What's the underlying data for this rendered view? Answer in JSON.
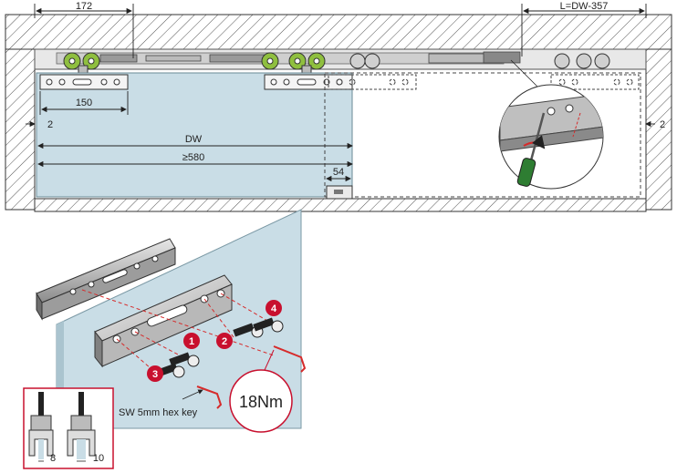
{
  "dimensions": {
    "top_left": "172",
    "top_right": "L=DW-357",
    "bracket_width": "150",
    "gap_left": "2",
    "gap_right": "2",
    "door_width": "DW",
    "min_width": "≥580",
    "stopper_offset": "54"
  },
  "steps": [
    "1",
    "2",
    "3",
    "4"
  ],
  "annotations": {
    "hex_key": "SW 5mm hex key",
    "torque": "18Nm",
    "clamp_left": "8",
    "clamp_right": "10"
  },
  "colors": {
    "glass": "#c9dde6",
    "step_badge": "#c8102e",
    "accent_red": "#d62b2b",
    "roller_green": "#8fbf3f"
  },
  "icons": [
    "screwdriver-icon",
    "rotation-arrow-icon",
    "hex-key-icon"
  ]
}
